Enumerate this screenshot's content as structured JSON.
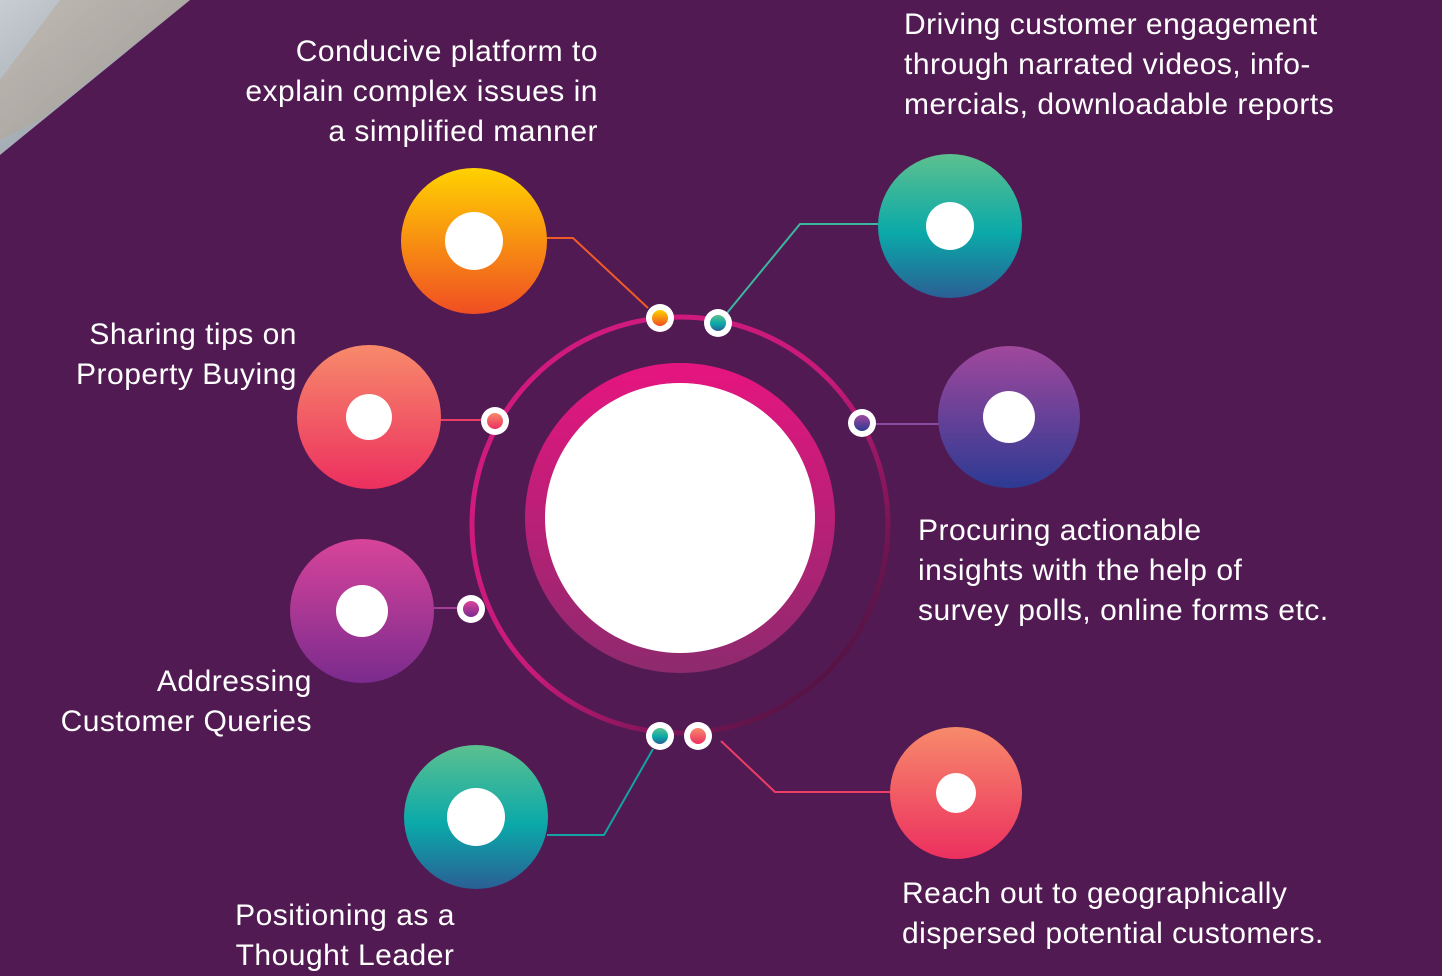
{
  "colors": {
    "background": "#521a52",
    "ring": "#d41a7f",
    "hub": "#e0157f"
  },
  "items": [
    {
      "id": "conducive-platform",
      "text": "Conducive platform to\nexplain complex issues in\na simplified manner",
      "gradient": [
        "#ffd200",
        "#f04e23"
      ],
      "icon": "bubble-icon"
    },
    {
      "id": "driving-engagement",
      "text": "Driving customer engagement\nthrough narrated videos, info-\nmercials, downloadable reports",
      "gradient": [
        "#5cc08f",
        "#0aa9a9",
        "#2a5f95"
      ],
      "icon": "bubble-icon"
    },
    {
      "id": "sharing-tips",
      "text": "Sharing tips on\nProperty Buying",
      "gradient": [
        "#f78a6b",
        "#ec2f5f"
      ],
      "icon": "bubble-icon"
    },
    {
      "id": "procuring-insights",
      "text": "Procuring actionable\ninsights with the help of\nsurvey polls, online forms etc.",
      "gradient": [
        "#a0489c",
        "#2d3a93"
      ],
      "icon": "bubble-icon"
    },
    {
      "id": "addressing-queries",
      "text": "Addressing\nCustomer Queries",
      "gradient": [
        "#d8449a",
        "#7a2b8e"
      ],
      "icon": "bubble-icon"
    },
    {
      "id": "thought-leader",
      "text": "Positioning as a\nThought Leader",
      "gradient": [
        "#5cc08f",
        "#0aa9a9",
        "#1d6b8e"
      ],
      "icon": "bubble-icon"
    },
    {
      "id": "reach-out",
      "text": "Reach out to geographically\ndispersed potential customers.",
      "gradient": [
        "#f78a6b",
        "#ec2f5f"
      ],
      "icon": "bubble-icon"
    }
  ]
}
